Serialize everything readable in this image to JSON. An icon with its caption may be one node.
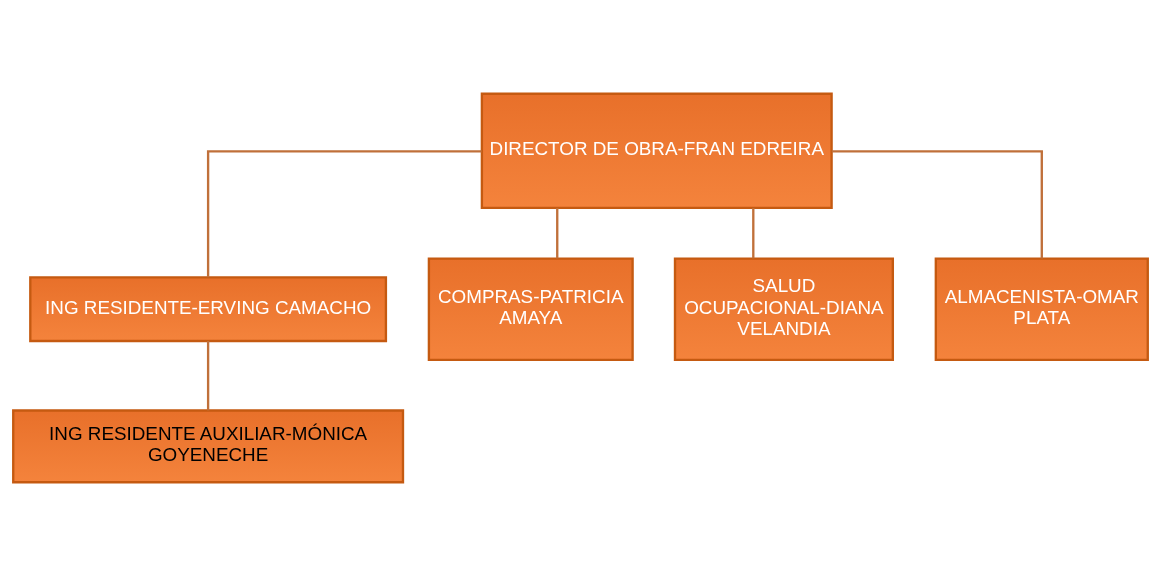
{
  "diagram": {
    "nodes": [
      {
        "text": [
          "DIRECTOR DE OBRA-FRAN EDREIRA"
        ]
      },
      {
        "text": [
          "ING RESIDENTE-ERVING CAMACHO"
        ]
      },
      {
        "text": [
          "ING RESIDENTE AUXILIAR-MÓNICA GOYENECHE"
        ]
      },
      {
        "text": [
          "COMPRAS-PATRICIA AMAYA"
        ]
      },
      {
        "text": [
          "SALUD OCUPACIONAL-DIANA VELANDIA"
        ]
      },
      {
        "text": [
          "ALMACENISTA-OMAR PLATA"
        ]
      }
    ],
    "edges": [
      {
        "from": 0,
        "to": 1,
        "arrow": "none"
      },
      {
        "from": 1,
        "to": 2,
        "arrow": "none"
      },
      {
        "from": 0,
        "to": 3,
        "arrow": "none"
      },
      {
        "from": 0,
        "to": 4,
        "arrow": "none"
      },
      {
        "from": 0,
        "to": 5,
        "arrow": "none"
      }
    ]
  }
}
